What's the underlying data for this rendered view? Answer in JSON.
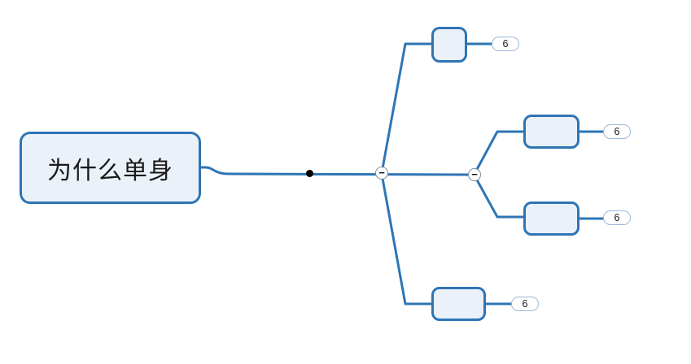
{
  "canvas": {
    "background": "#ffffff"
  },
  "colors": {
    "bg": "#ffffff",
    "branch": "#2e75b5",
    "node_fill": "#ebf1f9",
    "node_border": "#2e75b5",
    "root_text": "#1a1a1a",
    "badge_fill": "#ffffff",
    "badge_border": "#9bb8d8",
    "badge_text": "#1b1b1b",
    "collapse_fill": "#ffffff",
    "collapse_border": "#7d8a96",
    "collapse_glyph": "#111111",
    "dot": "#000000"
  },
  "root": {
    "label": "为什么单身"
  },
  "collapse": {
    "glyph": "−"
  },
  "nodes": [
    {
      "position": "top",
      "label": "",
      "badge": "6"
    },
    {
      "position": "right-top",
      "label": "",
      "badge": "6"
    },
    {
      "position": "right-bottom",
      "label": "",
      "badge": "6"
    },
    {
      "position": "bottom",
      "label": "",
      "badge": "6"
    }
  ]
}
